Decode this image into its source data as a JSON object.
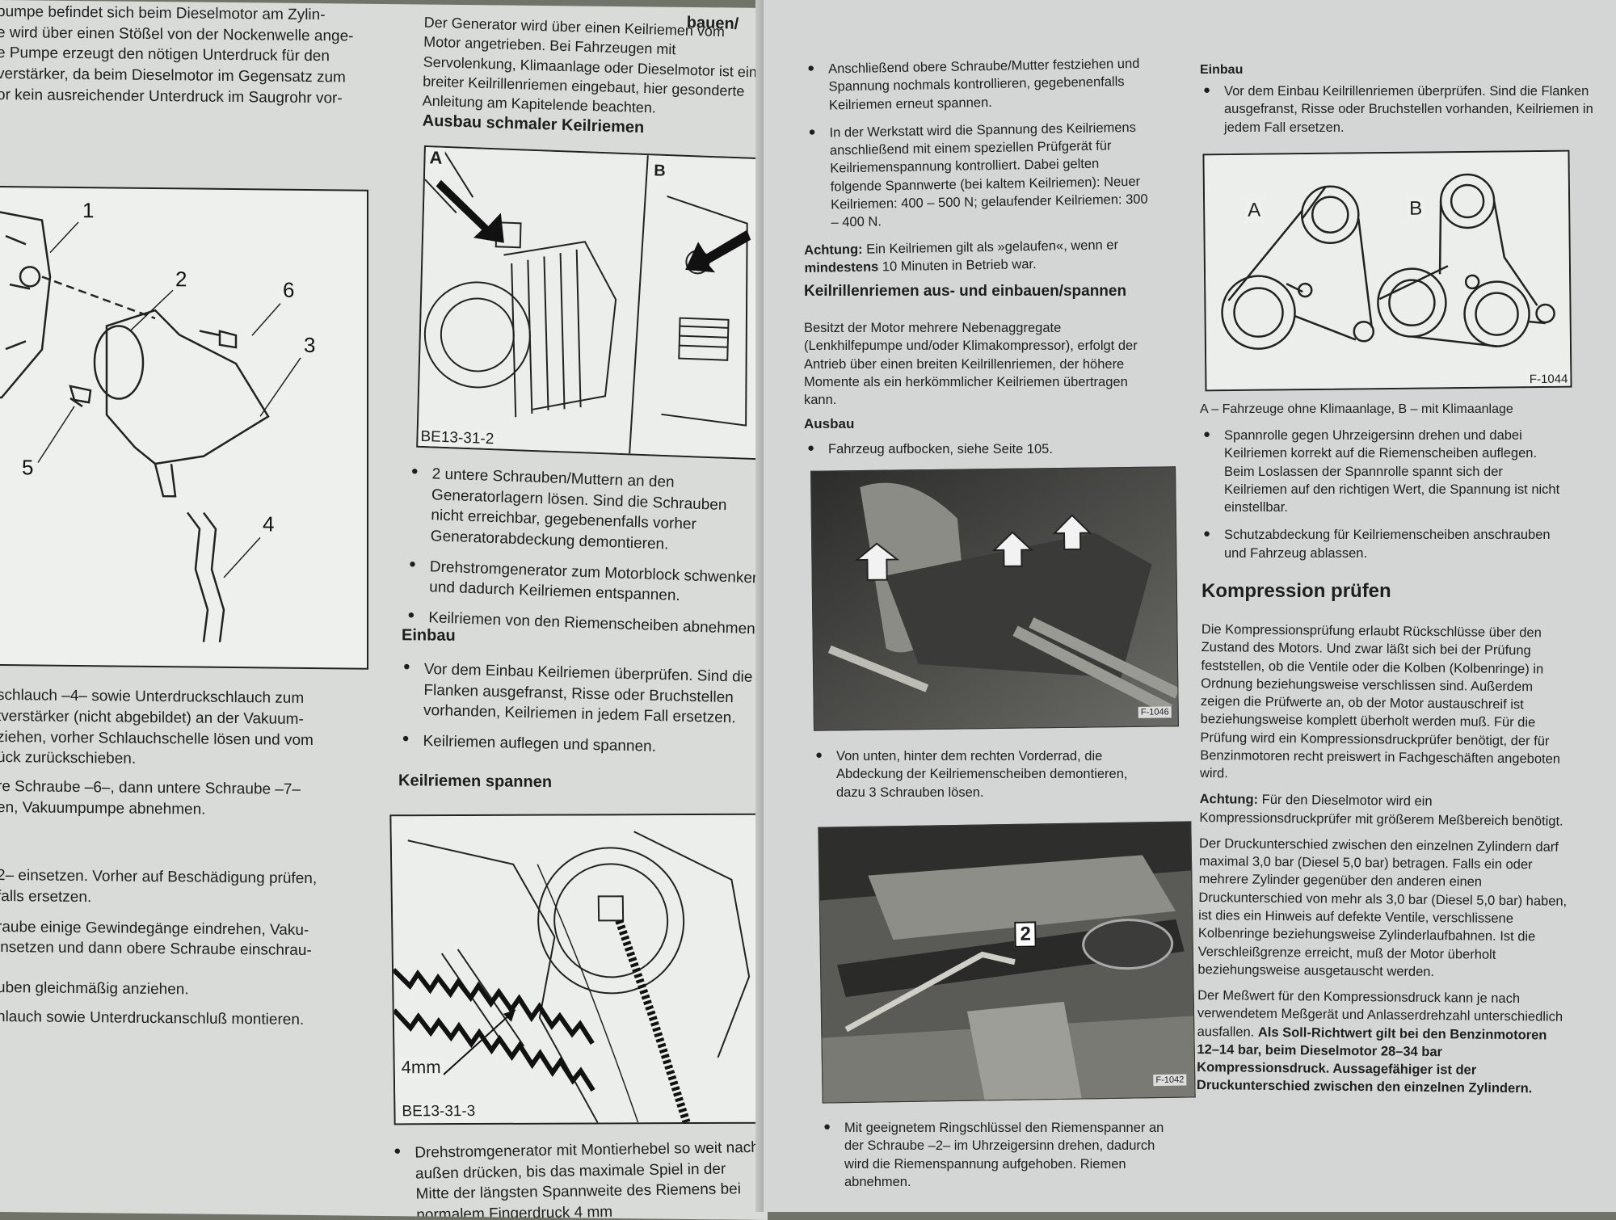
{
  "left_page": {
    "col1_top": [
      "pumpe befindet sich beim Dieselmotor am Zylin-",
      "e wird über einen Stößel von der Nockenwelle ange-",
      "e Pumpe erzeugt den nötigen Unterdruck für den",
      "verstärker, da beim Dieselmotor im Gegensatz zum",
      "or kein ausreichender Unterdruck im Saugrohr vor-"
    ],
    "pump_fig_numbers": [
      "1",
      "2",
      "6",
      "3",
      "5",
      "4"
    ],
    "col1_bottom": [
      "schlauch –4– sowie Unterdruckschlauch zum",
      "tverstärker (nicht abgebildet) an der Vakuum-",
      "ziehen, vorher Schlauchschelle lösen und vom",
      "ück zurückschieben.",
      "re Schraube –6–, dann untere Schraube –7–",
      "en, Vakuumpumpe abnehmen.",
      "2– einsetzen. Vorher auf Beschädigung prüfen,",
      "falls ersetzen.",
      "raube einige Gewindegänge eindrehen, Vaku-",
      "insetzen und dann obere Schraube einschrau-",
      "uben gleichmäßig anziehen.",
      "hlauch sowie Unterdruckanschluß montieren."
    ],
    "col2_heading_fragment": "bauen/",
    "col2_intro": "Der Generator wird über einen Keilriemen vom Motor angetrieben. Bei Fahrzeugen mit Servolenkung, Klimaanlage oder Dieselmotor ist ein breiter Keilrillenriemen eingebaut, hier gesonderte Anleitung am Kapitelende beachten.",
    "col2_h_ausbau": "Ausbau schmaler Keilriemen",
    "fig1_labels": {
      "a": "A",
      "b": "B",
      "code": "BE13-31-2"
    },
    "col2_bullets_1": [
      "2 untere Schrauben/Muttern an den Generatorlagern lösen. Sind die Schrauben nicht erreichbar, gegebenenfalls vorher Generatorabdeckung demontieren.",
      "Drehstromgenerator zum Motorblock schwenken und dadurch Keilriemen entspannen.",
      "Keilriemen von den Riemenscheiben abnehmen."
    ],
    "col2_h_einbau": "Einbau",
    "col2_bullets_2": [
      "Vor dem Einbau Keilriemen überprüfen. Sind die Flanken ausgefranst, Risse oder Bruchstellen vorhanden, Keilriemen in jedem Fall ersetzen.",
      "Keilriemen auflegen und spannen."
    ],
    "col2_h_spannen": "Keilriemen spannen",
    "fig2_labels": {
      "measure": "4mm",
      "code": "BE13-31-3"
    },
    "col2_bullets_3": [
      "Drehstromgenerator mit Montierhebel so weit nach außen drücken, bis das maximale Spiel in der Mitte der längsten Spannweite des Riemens bei normalem Fingerdruck 4 mm"
    ]
  },
  "right_page": {
    "col3_bullets_top": [
      "Anschließend obere Schraube/Mutter festziehen und Spannung nochmals kontrollieren, gegebenenfalls Keilriemen erneut spannen.",
      "In der Werkstatt wird die Spannung des Keilriemens anschließend mit einem speziellen Prüfgerät für Keilriemenspannung kontrolliert. Dabei gelten folgende Spannwerte (bei kaltem Keilriemen): Neuer Keilriemen: 400 – 500 N; gelaufender Keilriemen: 300 – 400 N."
    ],
    "col3_note_label": "Achtung:",
    "col3_note_text_1": " Ein Keilriemen gilt als »gelaufen«, wenn er ",
    "col3_note_bold": "mindestens",
    "col3_note_text_2": " 10 Minuten in Betrieb war.",
    "col3_h_rillen": "Keilrillenriemen aus- und einbauen/spannen",
    "col3_intro": "Besitzt der Motor mehrere Nebenaggregate (Lenkhilfepumpe und/oder Klimakompressor), erfolgt der Antrieb über einen breiten Keilrillenriemen, der höhere Momente als ein herkömmlicher Keilriemen übertragen kann.",
    "col3_h_ausbau": "Ausbau",
    "col3_bullet_aufbocken": "Fahrzeug aufbocken, siehe Seite 105.",
    "photo1_code": "F-1046",
    "col3_bullet_photo1": "Von unten, hinter dem rechten Vorderrad, die Abdeckung der Keilriemenscheiben demontieren, dazu 3 Schrauben lösen.",
    "photo2_code": "F-1042",
    "photo2_number": "2",
    "col3_bullet_photo2": "Mit geeignetem Ringschlüssel den Riemenspanner an der Schraube –2– im Uhrzeigersinn drehen, dadurch wird die Riemenspannung aufgehoben. Riemen abnehmen.",
    "col4_h_einbau": "Einbau",
    "col4_bullet_einbau": "Vor dem Einbau Keilrillenriemen überprüfen. Sind die Flanken ausgefranst, Risse oder Bruchstellen vorhanden, Keilriemen in jedem Fall ersetzen.",
    "fig3_labels": {
      "a": "A",
      "b": "B",
      "code": "F-1044"
    },
    "fig3_caption": "A – Fahrzeuge ohne Klimaanlage, B – mit Klimaanlage",
    "col4_bullets": [
      "Spannrolle gegen Uhrzeigersinn drehen und dabei Keilriemen korrekt auf die Riemenscheiben auflegen. Beim Loslassen der Spannrolle spannt sich der Keilriemen auf den richtigen Wert, die Spannung ist nicht einstellbar.",
      "Schutzabdeckung für Keilriemenscheiben anschrauben und Fahrzeug ablassen."
    ],
    "col4_h_kompression": "Kompression prüfen",
    "col4_p1": "Die Kompressionsprüfung erlaubt Rückschlüsse über den Zustand des Motors. Und zwar läßt sich bei der Prüfung feststellen, ob die Ventile oder die Kolben (Kolbenringe) in Ordnung beziehungsweise verschlissen sind. Außerdem zeigen die Prüfwerte an, ob der Motor austauschreif ist beziehungsweise komplett überholt werden muß. Für die Prüfung wird ein Kompressionsdruckprüfer benötigt, der für Benzinmotoren recht preiswert in Fachgeschäften angeboten wird.",
    "col4_p2_label": "Achtung:",
    "col4_p2_text": " Für den Dieselmotor wird ein Kompressionsdruckprüfer mit größerem Meßbereich benötigt.",
    "col4_p3": "Der Druckunterschied zwischen den einzelnen Zylindern darf maximal 3,0 bar (Diesel 5,0 bar) betragen. Falls ein oder mehrere Zylinder gegenüber den anderen einen Druckunterschied von mehr als 3,0 bar (Diesel 5,0 bar) haben, ist dies ein Hinweis auf defekte Ventile, verschlissene Kolbenringe beziehungsweise Zylinderlaufbahnen. Ist die Verschleißgrenze erreicht, muß der Motor überholt beziehungsweise ausgetauscht werden.",
    "col4_p4_text": "Der Meßwert für den Kompressionsdruck kann je nach verwendetem Meßgerät und Anlasserdrehzahl unterschiedlich ausfallen. ",
    "col4_p4_bold": "Als Soll-Richtwert gilt bei den Benzinmotoren 12–14 bar, beim Dieselmotor 28–34 bar Kompressionsdruck. Aussagefähiger ist der Druckunterschied zwischen den einzelnen Zylindern."
  }
}
